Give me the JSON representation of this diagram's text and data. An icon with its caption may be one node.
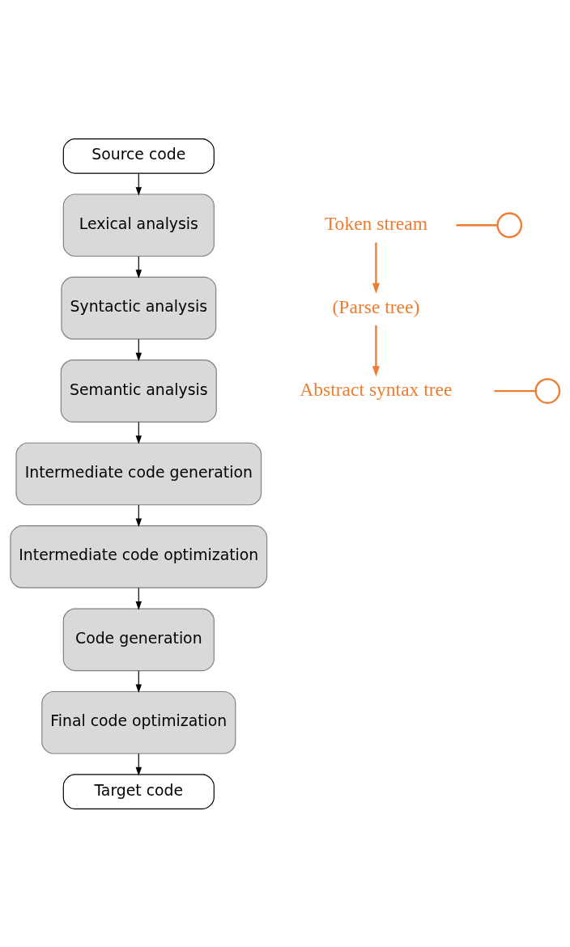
{
  "diagram": {
    "nodes": [
      {
        "text": [
          "Source code"
        ]
      },
      {
        "text": [
          "Lexical analysis"
        ]
      },
      {
        "text": [
          "Syntactic analysis"
        ]
      },
      {
        "text": [
          "Semantic analysis"
        ]
      },
      {
        "text": [
          "Intermediate code generation"
        ]
      },
      {
        "text": [
          "Intermediate code optimization"
        ]
      },
      {
        "text": [
          "Code generation"
        ]
      },
      {
        "text": [
          "Final code optimization"
        ]
      },
      {
        "text": [
          "Target code"
        ]
      },
      {
        "text": [
          "Token stream"
        ]
      },
      {
        "text": [
          "(Parse tree)"
        ]
      },
      {
        "text": [
          "Abstract syntax tree"
        ]
      },
      {
        "text": [],
        "shape": "circle"
      },
      {
        "text": [],
        "shape": "circle"
      }
    ],
    "edges": [
      {
        "from": 0,
        "to": 1,
        "arrow": "to"
      },
      {
        "from": 1,
        "to": 2,
        "arrow": "to"
      },
      {
        "from": 2,
        "to": 3,
        "arrow": "to"
      },
      {
        "from": 3,
        "to": 4,
        "arrow": "to"
      },
      {
        "from": 4,
        "to": 5,
        "arrow": "to"
      },
      {
        "from": 5,
        "to": 6,
        "arrow": "to"
      },
      {
        "from": 6,
        "to": 7,
        "arrow": "to"
      },
      {
        "from": 7,
        "to": 8,
        "arrow": "to"
      },
      {
        "from": 9,
        "to": 10,
        "arrow": "to",
        "color": "#ed7d31"
      },
      {
        "from": 10,
        "to": 11,
        "arrow": "to",
        "color": "#ed7d31"
      },
      {
        "from": 9,
        "to": 12,
        "arrow": "none",
        "color": "#ed7d31"
      },
      {
        "from": 11,
        "to": 13,
        "arrow": "none",
        "color": "#ed7d31"
      }
    ]
  }
}
